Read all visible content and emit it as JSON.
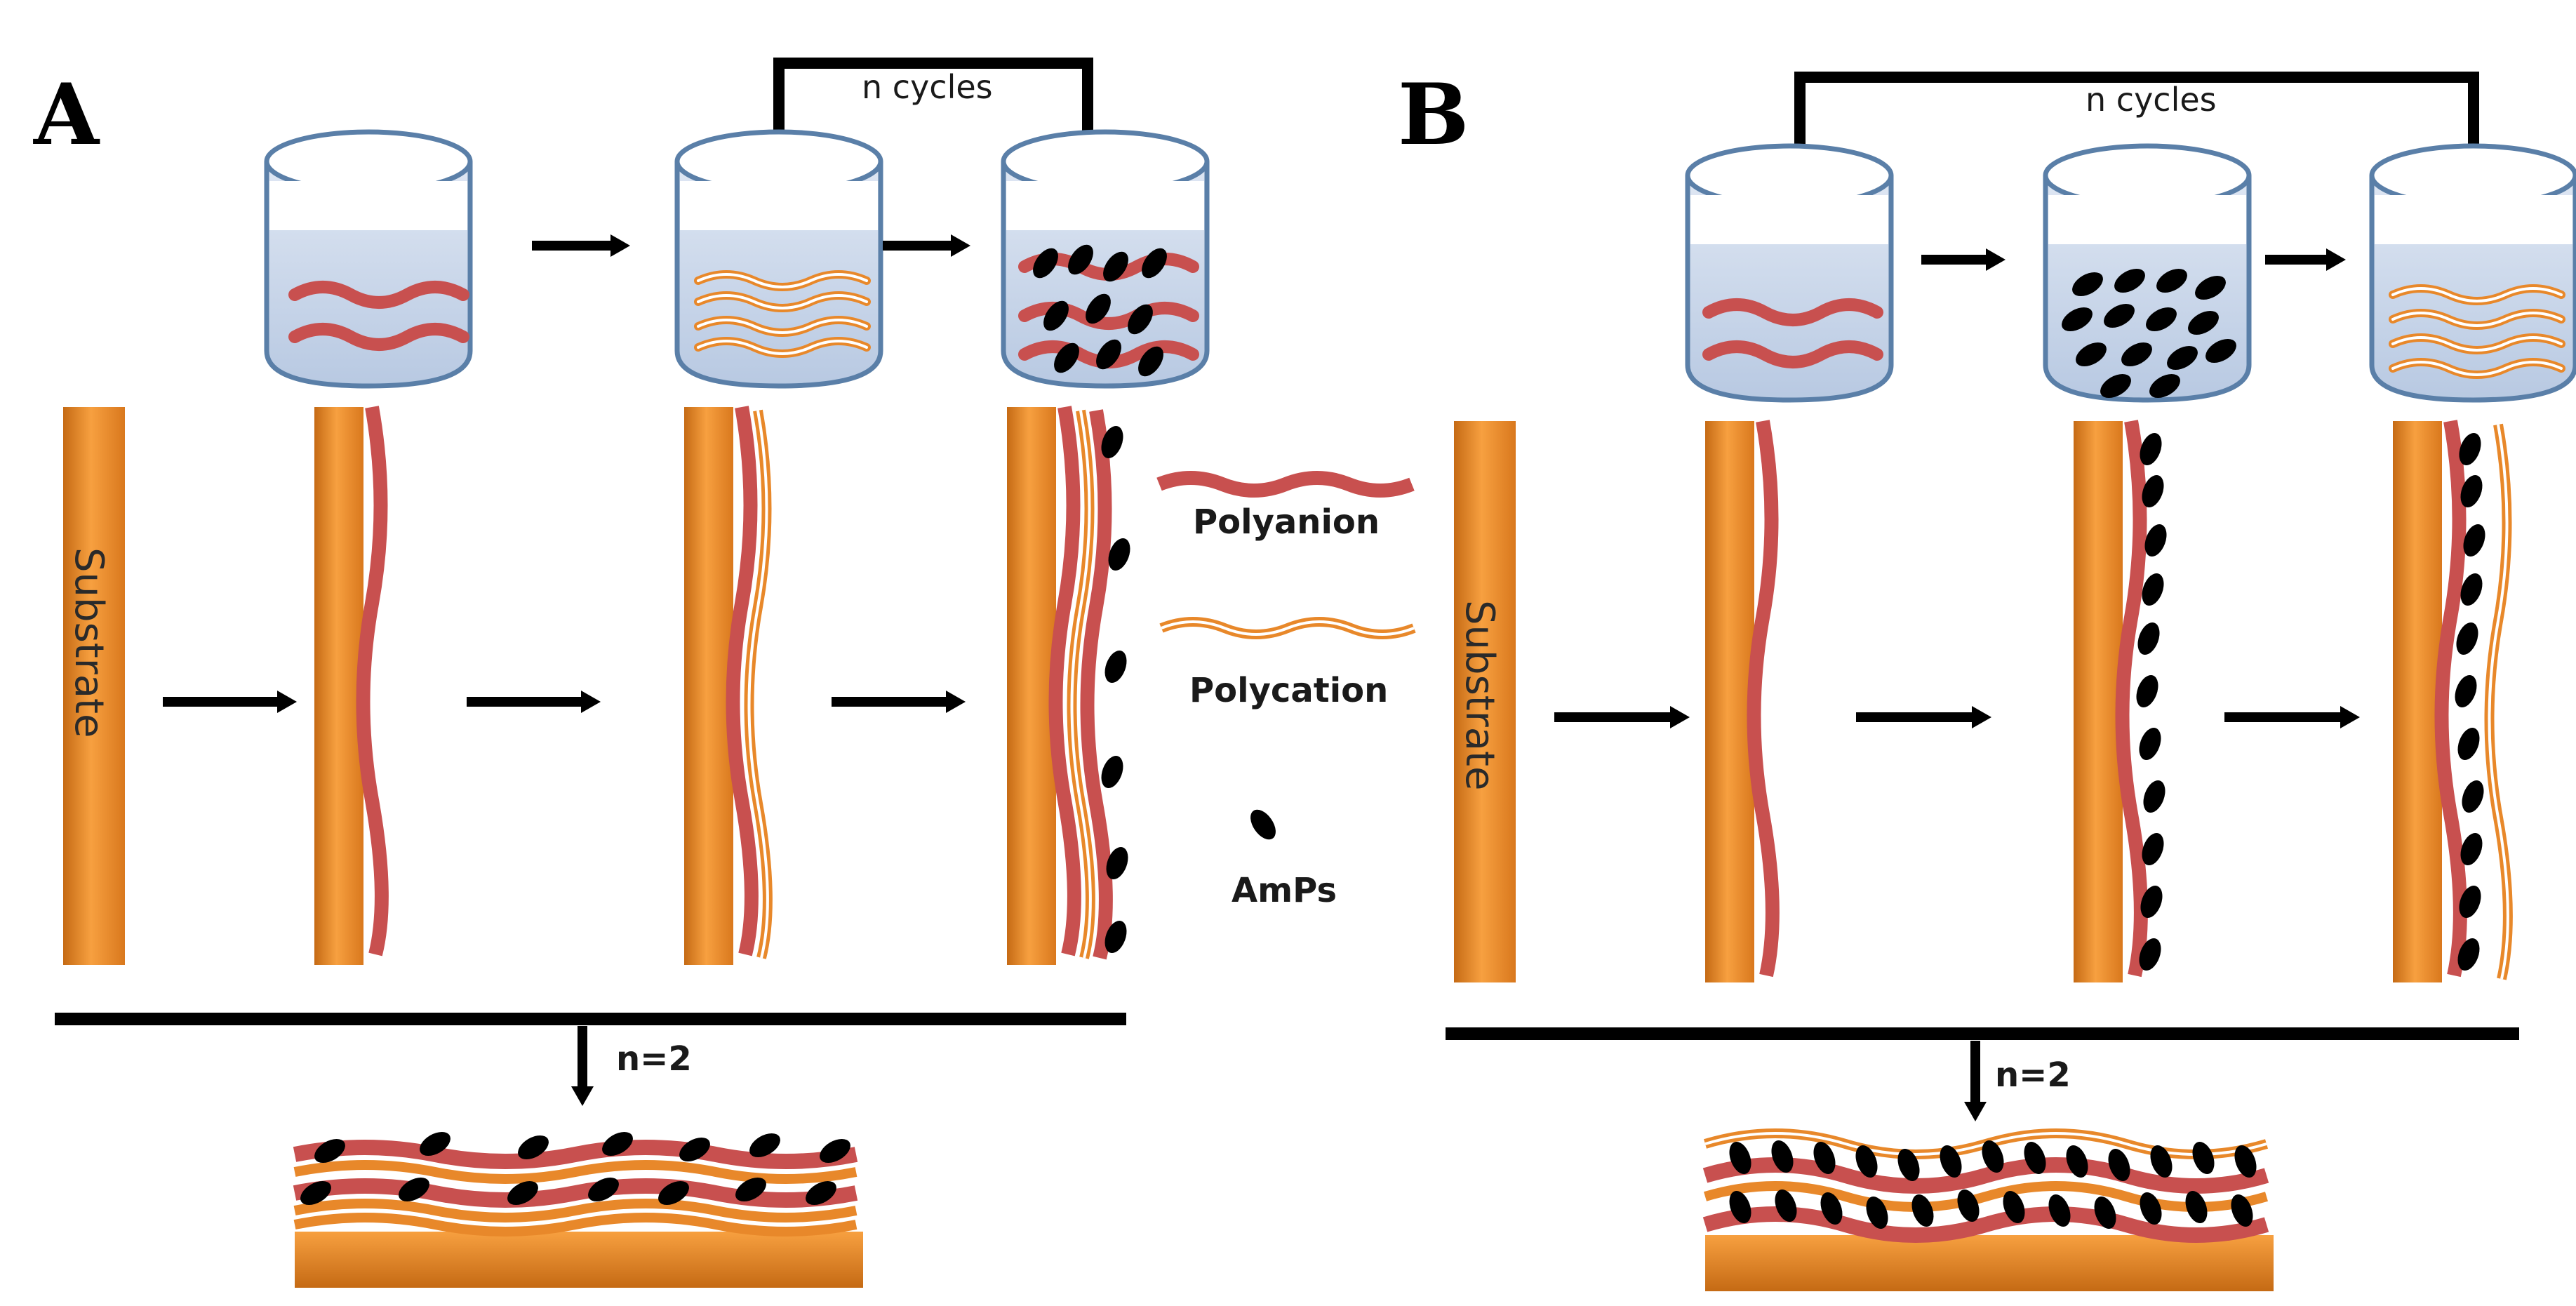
{
  "panels": {
    "a": {
      "letter": "A",
      "cycles_label": "n cycles",
      "n_label": "n=2",
      "substrate_label": "Substrate"
    },
    "b": {
      "letter": "B",
      "cycles_label": "n cycles",
      "n_label": "n=2",
      "substrate_label": "Substrate"
    }
  },
  "legend": {
    "polyanion": "Polyanion",
    "polycation": "Polycation",
    "amps": "AmPs"
  },
  "colors": {
    "substrate": "#f2922e",
    "polyanion": "#c8504f",
    "polycation": "#e8882a",
    "amps": "#000000",
    "beaker_outline": "#5a7fa8",
    "beaker_liquid": "#c9d6ea"
  }
}
